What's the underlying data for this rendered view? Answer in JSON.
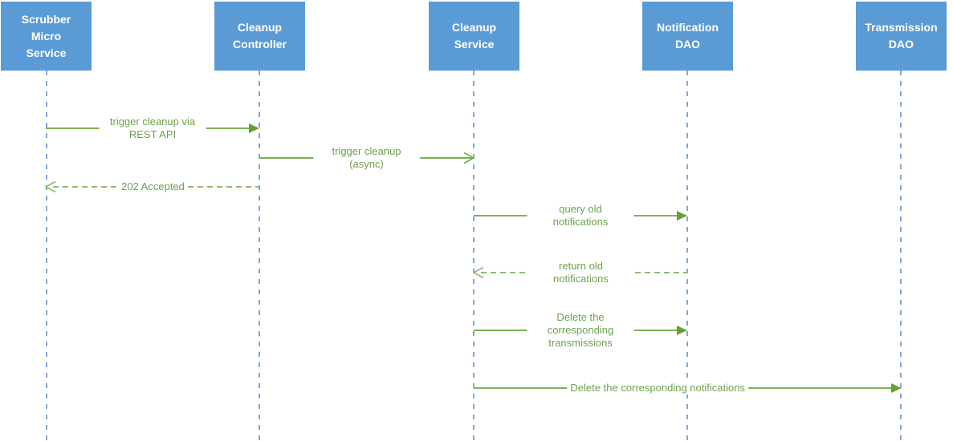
{
  "actors": [
    {
      "label": "Scrubber\nMicro\nService"
    },
    {
      "label": "Cleanup\nController"
    },
    {
      "label": "Cleanup\nService"
    },
    {
      "label": "Notification\nDAO"
    },
    {
      "label": "Transmission\nDAO"
    }
  ],
  "messages": [
    {
      "label": "trigger cleanup via REST API",
      "from": "Scrubber Micro Service",
      "to": "Cleanup Controller",
      "kind": "sync"
    },
    {
      "label": "trigger cleanup (async)",
      "from": "Cleanup Controller",
      "to": "Cleanup Service",
      "kind": "async"
    },
    {
      "label": "202 Accepted",
      "from": "Cleanup Controller",
      "to": "Scrubber Micro Service",
      "kind": "return"
    },
    {
      "label": "query old notifications",
      "from": "Cleanup Service",
      "to": "Notification DAO",
      "kind": "sync"
    },
    {
      "label": "return old notifications",
      "from": "Notification DAO",
      "to": "Cleanup Service",
      "kind": "return"
    },
    {
      "label": "Delete the corresponding\ntransmissions",
      "from": "Cleanup Service",
      "to": "Notification DAO",
      "kind": "sync"
    },
    {
      "label": "Delete the corresponding notifications",
      "from": "Cleanup Service",
      "to": "Transmission DAO",
      "kind": "sync"
    }
  ],
  "colors": {
    "actor_fill": "#5B9BD5",
    "actor_text": "#FFFFFF",
    "lifeline": "#7FA8DC",
    "message_solid": "#70AD47",
    "message_dashed": "#8FBD70",
    "message_text": "#6BA24E"
  }
}
